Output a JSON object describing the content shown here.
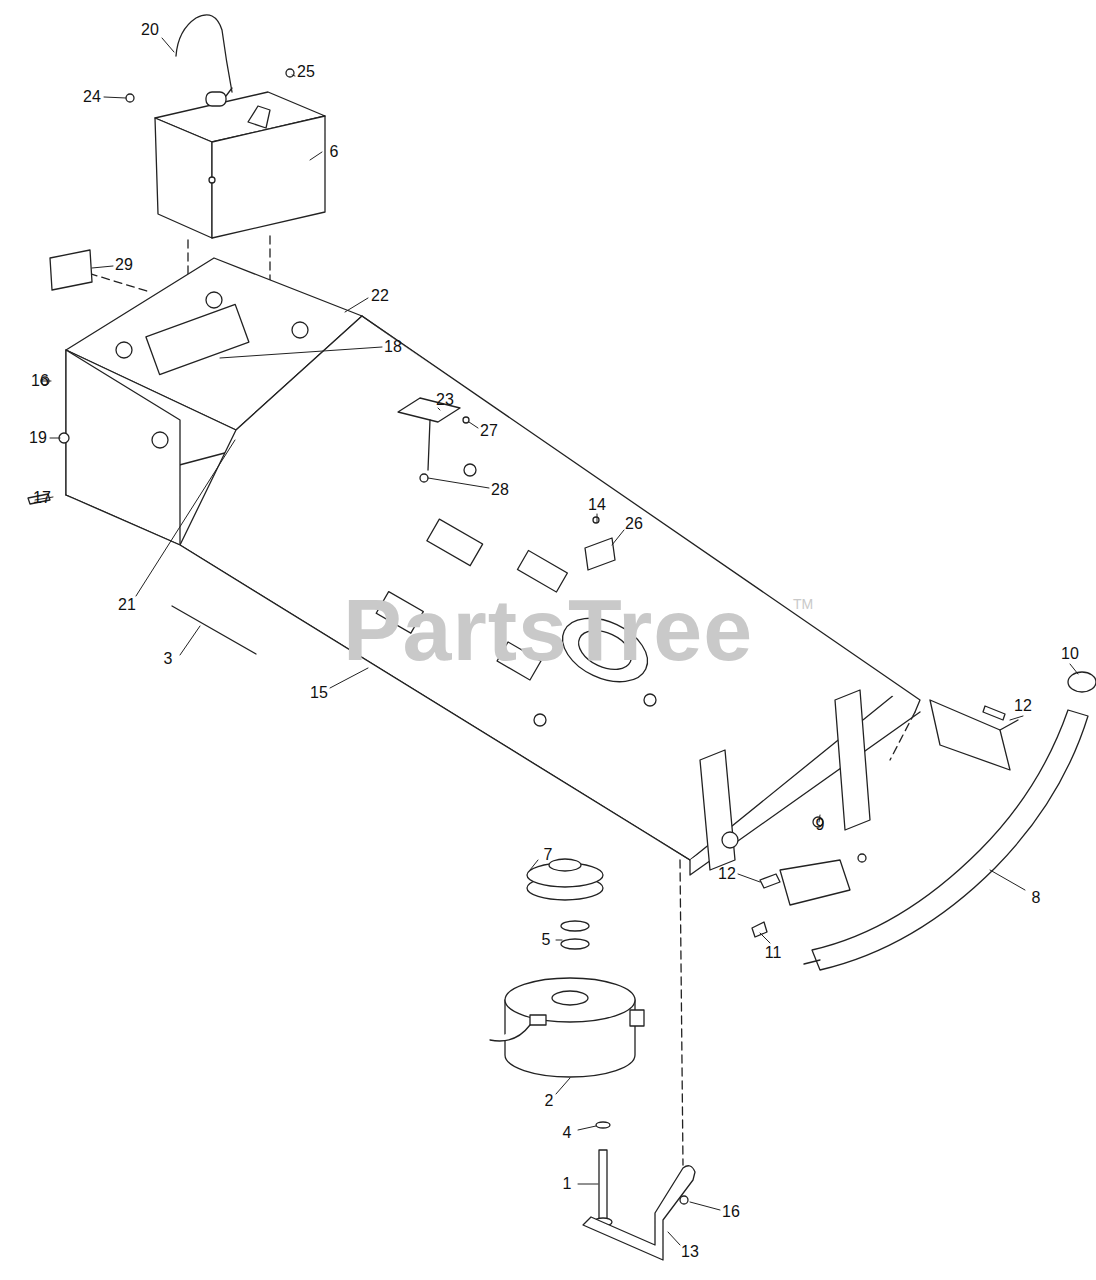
{
  "diagram": {
    "labels": [
      "20",
      "25",
      "24",
      "6",
      "29",
      "22",
      "18",
      "16",
      "23",
      "27",
      "19",
      "17",
      "28",
      "14",
      "26",
      "21",
      "3",
      "15",
      "12",
      "10",
      "9",
      "7",
      "12",
      "11",
      "8",
      "5",
      "2",
      "4",
      "1",
      "16",
      "13",
      "PartsTree",
      "TM"
    ]
  }
}
